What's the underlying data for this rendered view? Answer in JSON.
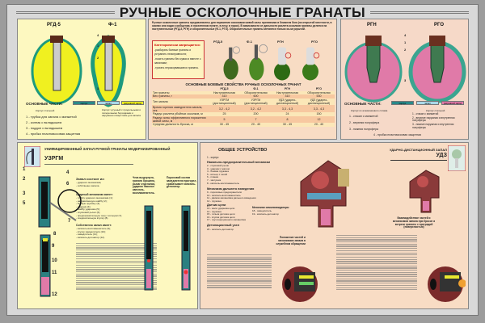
{
  "title": "РУЧНЫЕ ОСКОЛОЧНЫЕ ГРАНАТЫ",
  "colors": {
    "body": "#2a9a8a",
    "fuse": "#a9d8e8",
    "charge_yellow": "#f0f020",
    "charge_pink": "#e07aa8",
    "panel_yellow": "#fdf8c0",
    "panel_peach": "#f8dcc4"
  },
  "left_top": {
    "names": [
      "РГД-5",
      "Ф-1"
    ],
    "callouts": [
      "4",
      "1",
      "2",
      "3"
    ],
    "parts_title": "ОСНОВНЫЕ ЧАСТИ:",
    "legend": [
      "корпус",
      "запал",
      "разрывной заряд"
    ],
    "body_rgd": "Корпус стальной",
    "body_f1": "Корпус чугунный с продольными и поперечными бороздками и наружным отверстием для запала",
    "parts": [
      "1 - трубка для запала с манжетой",
      "2 - колпак с вкладышем",
      "3 - поддон с вкладышем",
      "4 - пробка пластмассовая защитная"
    ]
  },
  "middle_top": {
    "intro": "Ручные осколочные гранаты предназначены для поражения осколками живой силы противника в ближнем бою (на открытой местности, в окопах или ходах сообщения, в населенном пункте, в лесу, в горах). В зависимости от дальности разлета осколков гранаты делятся на наступательные (РГД-5, РГН) и оборонительные (Ф-1, РГО). Оборонительные гранаты метаются только из-за укрытий.",
    "warning_title": "Категорически запрещается:",
    "warnings": [
      "-разбирать боевые гранаты и устранять неисправности;",
      "-носить гранаты без сумки и вместе с запалами;",
      "-трогать неразорвавшиеся гранаты."
    ],
    "photo_labels": [
      "РГД-5",
      "Ф-1",
      "РГН",
      "РГО"
    ],
    "table_title": "ОСНОВНЫЕ БОЕВЫЕ СВОЙСТВА РУЧНЫХ ОСКОЛОЧНЫХ ГРАНАТ",
    "table_headers": [
      "",
      "РГД-5",
      "Ф-1",
      "РГН",
      "РГО"
    ],
    "table_rows": [
      [
        "Тип гранаты",
        "Наступательная",
        "Оборонительная",
        "Наступательная",
        "Оборонительная"
      ],
      [
        "Вес гранаты, г",
        "310",
        "600",
        "310",
        "530"
      ],
      [
        "Тип запала",
        "УЗРГМ (дистанционный)",
        "УЗРГМ (дистанционный)",
        "УДЗ (ударно-дистанционный)",
        "УДЗ (ударно-дистанционный)"
      ],
      [
        "Время горения замедлителя запала, сек.",
        "3,2 - 4,2",
        "3,2 - 4,2",
        "3,3 - 4,3",
        "3,3 - 4,3"
      ],
      [
        "Радиус разлета убойных осколков, м",
        "25",
        "200",
        "24",
        "150"
      ],
      [
        "Радиус зоны эффективного поражения живой силы, м",
        "5",
        "7",
        "8",
        "12"
      ],
      [
        "Средняя дальность броска, м",
        "30 - 45",
        "20 - 40",
        "30 - 45",
        "20 - 40"
      ]
    ]
  },
  "right_top": {
    "names": [
      "РГН",
      "РГО"
    ],
    "callouts": [
      "4",
      "1",
      "2",
      "3"
    ],
    "parts_title": "ОСНОВНЫЕ ЧАСТИ:",
    "legend": [
      "корпус",
      "запал",
      "разрывной заряд"
    ],
    "body_rgn": "Корпус из алюминиевого сплава",
    "body_rgo": "Корпус стальной",
    "parts_rgn": [
      "1 - стакан с манжетой",
      "2 - верхняя полусфера",
      "3 - нижняя полусфера"
    ],
    "parts_rgo": [
      "1 - стакан с манжетой",
      "2 - верхние наружная и внутренняя полусферы",
      "3 - нижние наружная и внутренняя полусферы"
    ],
    "common": "4 - пробка пластмассовая защитная"
  },
  "left_bottom": {
    "title": "УНИФИЦИРОВАННЫЙ ЗАПАЛ РУЧНОЙ ГРАНАТЫ МОДЕРНИЗИРОВАННЫЙ",
    "name": "УЗРГМ",
    "consists_title": "Запал состоит из:",
    "consists": [
      "- ударного механизма;",
      "- собственно запала."
    ],
    "striker_title": "Ударный механизм имеет:",
    "striker": [
      "- трубку ударного механизма (1);",
      "- направляющую шайбу (2);",
      "- боевую пружину (3);",
      "- ударник (4);",
      "- шайбу ударника (5);",
      "- спусковой рычаг (6);",
      "- предохранительную чеку с кольцом (7);",
      "- соединительную втулку (8)."
    ],
    "fuse_title": "Собственно запал имеет:",
    "fuse": [
      "- капсюль-воспламенитель (9);",
      "- втулку замедлителя (10);",
      "- замедлитель (11);",
      "- капсюль-детонатор (12)."
    ],
    "caption1": "Чека выдернута, граната брошена, рычаг отделился, ударник наколол капсюль-воспламенитель.",
    "caption2": "Пороховой состав замедлителя прогорел, срабатывает капсюль-детонатор.",
    "callouts": [
      "1",
      "2",
      "3",
      "4",
      "5",
      "6",
      "7",
      "8",
      "9",
      "10",
      "11",
      "12"
    ]
  },
  "right_bottom": {
    "title": "ОБЩЕЕ УСТРОЙСТВО",
    "p1": "1 - корпус",
    "g1": "Накольно-предохранительный механизм",
    "g1_items": [
      "2 - спусковой рычаг",
      "3 - ударник с жалом",
      "4 - боевая пружина",
      "5 - кольцо с чекой",
      "6 - планка",
      "7 - заглушка",
      "8 - капсюль-воспламенитель"
    ],
    "g2": "Механизм дальнего взведения",
    "g2_items": [
      "9 - пороховые предохранители",
      "10 - капсюль-воспламенитель",
      "11 - движок механизма дальнего взведения",
      "12 - пружина"
    ],
    "g3": "Датчик цели",
    "g3_items": [
      "13 - жало ударника цели",
      "14 - пружина",
      "15 - гильза датчика цели",
      "16 - втулка датчика цели",
      "17 - груз инерционного механизма"
    ],
    "g4": "Механизм самоликвидатора:",
    "g4_items": [
      "18 - замедлитель",
      "19 - капсюль-детонатор"
    ],
    "g5": "Детонационный узел",
    "g5_items": [
      "20 - капсюль-детонатор"
    ],
    "udz_title": "УДАРНО-ДИСТАНЦИОННЫЙ ЗАПАЛ",
    "udz_name": "УДЗ",
    "caption_service": "Положение частей и механизмов запала в служебном обращении",
    "caption_action": "Взаимодействие частей и механизмов запала при броске и встрече гранаты с преградой (поверхностью)"
  }
}
